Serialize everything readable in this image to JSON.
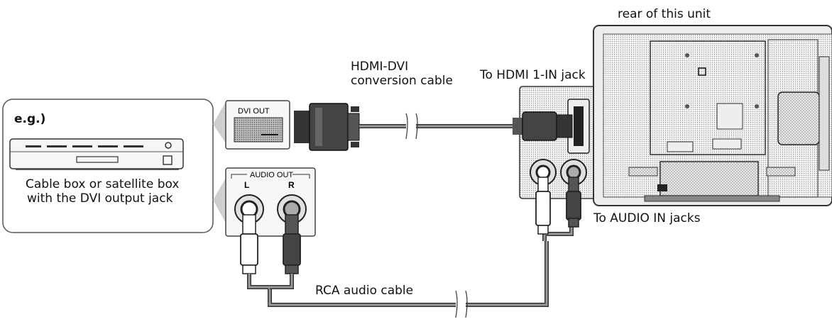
{
  "labels": {
    "rear_unit": "rear of this unit",
    "hdmi_dvi_cable_line1": "HDMI-DVI",
    "hdmi_dvi_cable_line2": "conversion cable",
    "hdmi_jack": "To HDMI 1-IN jack",
    "eg": "e.g.)",
    "device_line1": "Cable box or satellite box",
    "device_line2": "with the DVI output jack",
    "audio_in": "To AUDIO IN jacks",
    "rca_cable": "RCA audio cable"
  },
  "ports": {
    "dvi_out": "DVI OUT",
    "audio_out": "AUDIO OUT",
    "left": "L",
    "right": "R"
  },
  "icons": [
    "set-top-box-icon",
    "dvi-plug-icon",
    "hdmi-plug-icon",
    "rca-plug-icon",
    "tv-rear-icon"
  ]
}
